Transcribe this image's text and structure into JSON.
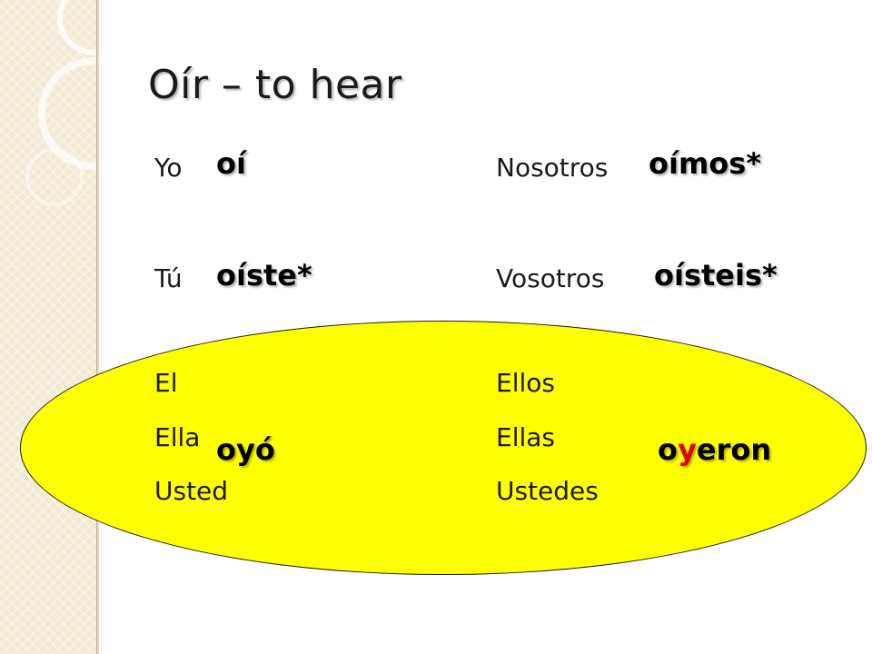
{
  "slide": {
    "title": "Oír – to hear",
    "colors": {
      "highlight": "#ffff00",
      "accent_letter": "#e00000",
      "sidebar": "#f3ead3"
    },
    "singular": {
      "yo": {
        "pronoun": "Yo",
        "verb": "oí"
      },
      "tu": {
        "pronoun": "Tú",
        "verb": "oíste*"
      },
      "third": {
        "pronouns": [
          "El",
          "Ella",
          "Usted"
        ],
        "verb": "oyó"
      }
    },
    "plural": {
      "nosotros": {
        "pronoun": "Nosotros",
        "verb": "oímos*"
      },
      "vosotros": {
        "pronoun": "Vosotros",
        "verb": "oísteis*"
      },
      "third": {
        "pronouns": [
          "Ellos",
          "Ellas",
          "Ustedes"
        ],
        "verb_parts": [
          "o",
          "y",
          "eron"
        ]
      }
    }
  }
}
